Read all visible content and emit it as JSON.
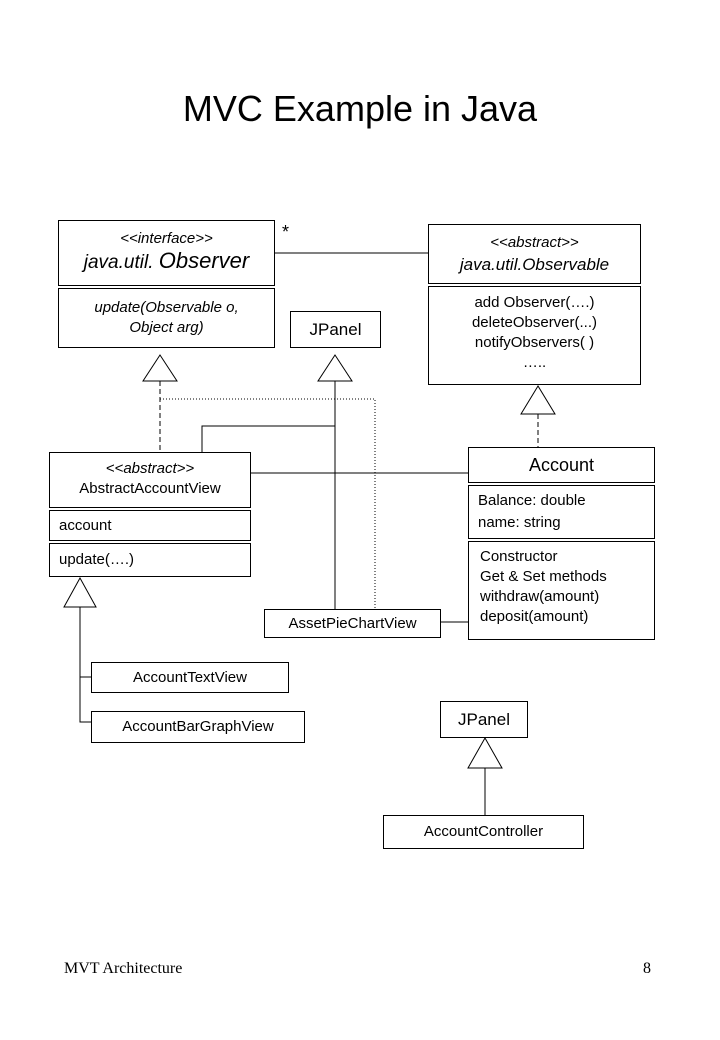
{
  "title": "MVC Example in Java",
  "observer": {
    "stereotype": "<<interface>>",
    "name_prefix": "java.util.",
    "name_main": "Observer",
    "op_line1": "update(Observable o,",
    "op_line2": "Object arg)"
  },
  "observable": {
    "stereotype": "<<abstract>>",
    "name": "java.util.Observable",
    "ops": [
      "add Observer(….)",
      "deleteObserver(...)",
      "notifyObservers( )",
      "….."
    ]
  },
  "multiplicity": "*",
  "jpanel_top": "JPanel",
  "abstract_view": {
    "stereotype": "<<abstract>>",
    "name": "AbstractAccountView",
    "attribute": "account",
    "op": "update(….)"
  },
  "account": {
    "name": "Account",
    "attrs": [
      "Balance: double",
      "name: string"
    ],
    "ops": [
      "Constructor",
      "Get & Set methods",
      "withdraw(amount)",
      "deposit(amount)"
    ]
  },
  "asset_pie_chart_view": "AssetPieChartView",
  "account_text_view": "AccountTextView",
  "account_bar_graph_view": "AccountBarGraphView",
  "jpanel_bottom": "JPanel",
  "account_controller": "AccountController",
  "footer": {
    "left": "MVT Architecture",
    "right": "8"
  }
}
